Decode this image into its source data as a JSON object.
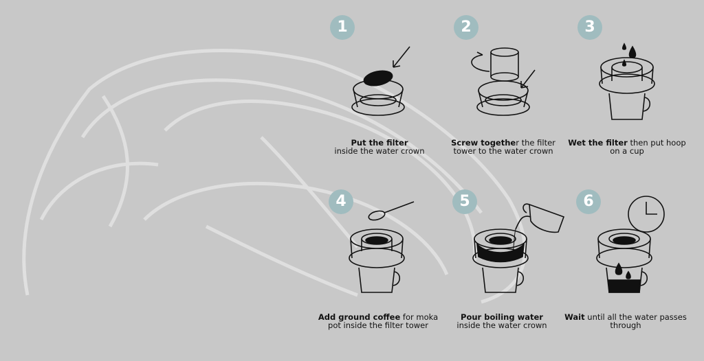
{
  "colors": {
    "background": "#c8c8c8",
    "badge": "#a0bcbf",
    "ink": "#111111"
  },
  "steps": [
    {
      "number": "1",
      "bold": "Put the filter",
      "rest": "inside the water crown"
    },
    {
      "number": "2",
      "bold": "Screw togethe",
      "rest": "r the filter tower to the water crown"
    },
    {
      "number": "3",
      "bold": "Wet the filter",
      "rest": " then put hoop on a cup"
    },
    {
      "number": "4",
      "bold": "Add ground coffee",
      "rest": " for moka pot inside the filter tower"
    },
    {
      "number": "5",
      "bold": "Pour boiling water",
      "rest": "inside the water crown"
    },
    {
      "number": "6",
      "bold": "Wait",
      "rest": " until all the water passes through"
    }
  ]
}
